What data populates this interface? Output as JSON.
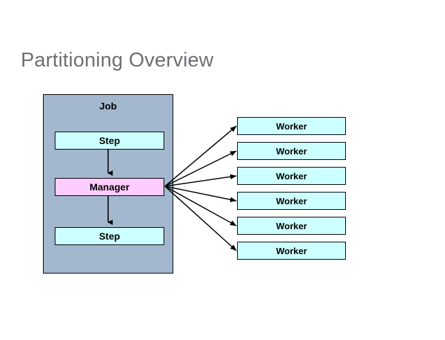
{
  "slide": {
    "title": "Partitioning Overview",
    "background_color": "#ffffff",
    "title_color": "#6e6e73"
  },
  "diagram": {
    "type": "block-diagram",
    "job": {
      "label": "Job",
      "fill_color": "#a3b7ce",
      "border_color": "#000000",
      "children": [
        {
          "label": "Step",
          "fill_color": "#ccffff",
          "role": "step"
        },
        {
          "label": "Manager",
          "fill_color": "#ffccff",
          "role": "manager"
        },
        {
          "label": "Step",
          "fill_color": "#ccffff",
          "role": "step"
        }
      ]
    },
    "workers": {
      "count": 6,
      "fill_color": "#ccffff",
      "border_color": "#000000",
      "items": [
        {
          "label": "Worker"
        },
        {
          "label": "Worker"
        },
        {
          "label": "Worker"
        },
        {
          "label": "Worker"
        },
        {
          "label": "Worker"
        },
        {
          "label": "Worker"
        }
      ]
    },
    "connectors": {
      "vertical": [
        {
          "from": "Step",
          "to": "Manager",
          "style": "solid-arrow"
        },
        {
          "from": "Manager",
          "to": "Step",
          "style": "solid-arrow"
        }
      ],
      "fanout": {
        "from": "Manager",
        "to": "Worker",
        "count": 6,
        "style": "solid-arrow",
        "color": "#000000"
      }
    }
  }
}
